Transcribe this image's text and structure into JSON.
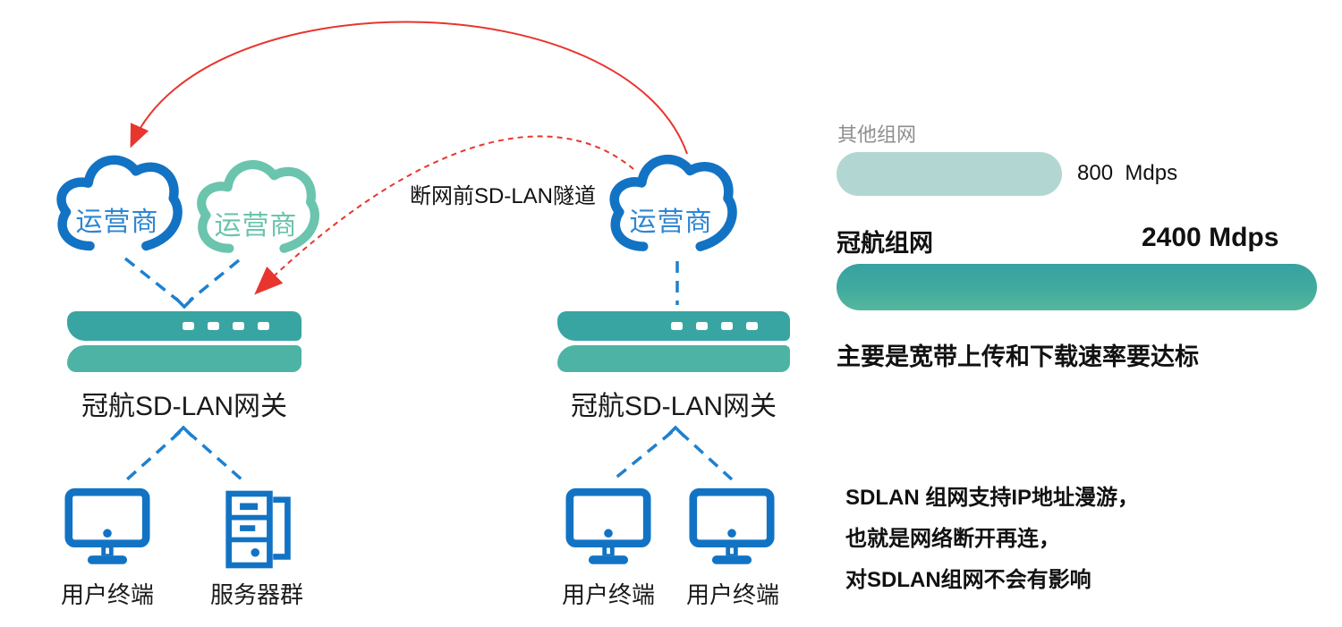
{
  "chart_data": {
    "type": "bar",
    "categories": [
      "其他组网",
      "冠航组网"
    ],
    "values": [
      800,
      2400
    ],
    "unit": "Mdps",
    "title": "",
    "xlabel": "",
    "ylabel": "",
    "notes": "horizontal rounded bars; 其他组网 bar light teal, 冠航组网 bar dark teal gradient"
  },
  "diagram": {
    "clouds": [
      {
        "label": "运营商"
      },
      {
        "label": "运营商"
      },
      {
        "label": "运营商"
      }
    ],
    "tunnel_label": "断网前SD-LAN隧道",
    "gateways": [
      {
        "label": "冠航SD-LAN网关"
      },
      {
        "label": "冠航SD-LAN网关"
      }
    ],
    "terminals": [
      {
        "label": "用户终端"
      },
      {
        "label": "服务器群"
      },
      {
        "label": "用户终端"
      },
      {
        "label": "用户终端"
      }
    ]
  },
  "comparison": {
    "other": {
      "label": "其他组网",
      "value": "800  Mdps"
    },
    "guanhang": {
      "label": "冠航组网",
      "value": "2400 Mdps"
    },
    "caption": "主要是宽带上传和下载速率要达标"
  },
  "notes": {
    "lines": [
      "SDLAN 组网支持IP地址漫游，",
      "也就是网络断开再连，",
      "对SDLAN组网不会有影响"
    ]
  },
  "colors": {
    "blue": "#1273c4",
    "blue_text": "#2e86d2",
    "teal_cloud": "#6bc4ad",
    "gateway_top": "#38a5a2",
    "gateway_bottom": "#4db3a5",
    "bar_light": "#b2d7d2",
    "bar_dark_top": "#36a1a1",
    "bar_dark_bottom": "#55b79b",
    "red": "#e8352e",
    "gray_text": "#8e8e8e"
  }
}
